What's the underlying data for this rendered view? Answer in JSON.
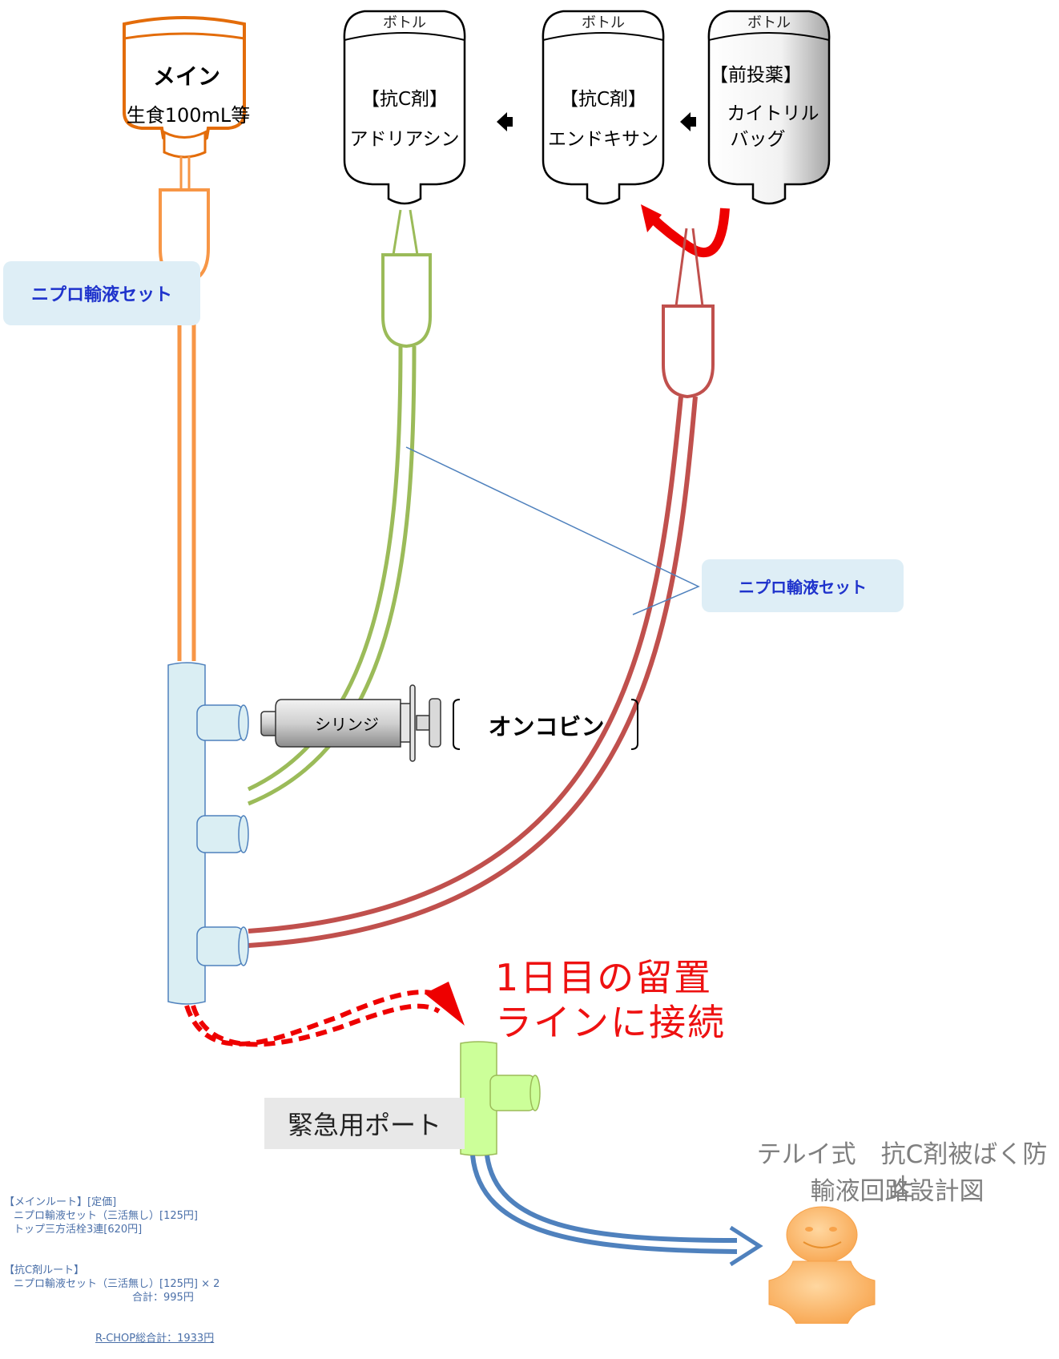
{
  "main_bag": {
    "title": "メイン",
    "subtitle": "生食100mL等"
  },
  "bottles": [
    {
      "cap": "ボトル",
      "line1": "【抗C剤】",
      "line2": "アドリアシン"
    },
    {
      "cap": "ボトル",
      "line1": "【抗C剤】",
      "line2": "エンドキサン"
    },
    {
      "cap": "ボトル",
      "line1": "【前投薬】",
      "line2": "カイトリル",
      "line3": "バッグ"
    }
  ],
  "labels": {
    "nipro_set_1": "ニプロ輸液セット",
    "nipro_set_2": "ニプロ輸液セット",
    "syringe": "シリンジ",
    "oncovin": "オンコビン",
    "connect_line1": "1日目の留置",
    "connect_line2": "ラインに接続",
    "emergency_port": "緊急用ポート",
    "caption_line1": "テルイ式　抗C剤被ばく防止",
    "caption_line2": "輸液回路設計図"
  },
  "cost_notes": {
    "main_header": "【メインルート】[定価]",
    "main_item1": "ニプロ輸液セット（三活無し）[125円]",
    "main_item2": "トップ三方活栓3連[620円]",
    "chemo_header": "【抗C剤ルート】",
    "chemo_item1": "ニプロ輸液セット（三活無し）[125円] × 2",
    "chemo_total": "合計：995円",
    "grand_total": "R-CHOP総合計：1933円"
  },
  "colors": {
    "main_line": "#f79646",
    "main_bag_stroke": "#e36c0a",
    "green_line": "#9bbb59",
    "red_line": "#c0504d",
    "blue_line": "#4f81bd",
    "manifold": "#daeef3",
    "port": "#ccff99",
    "arrow_red": "#ee0000",
    "figure": "#ffc080"
  }
}
